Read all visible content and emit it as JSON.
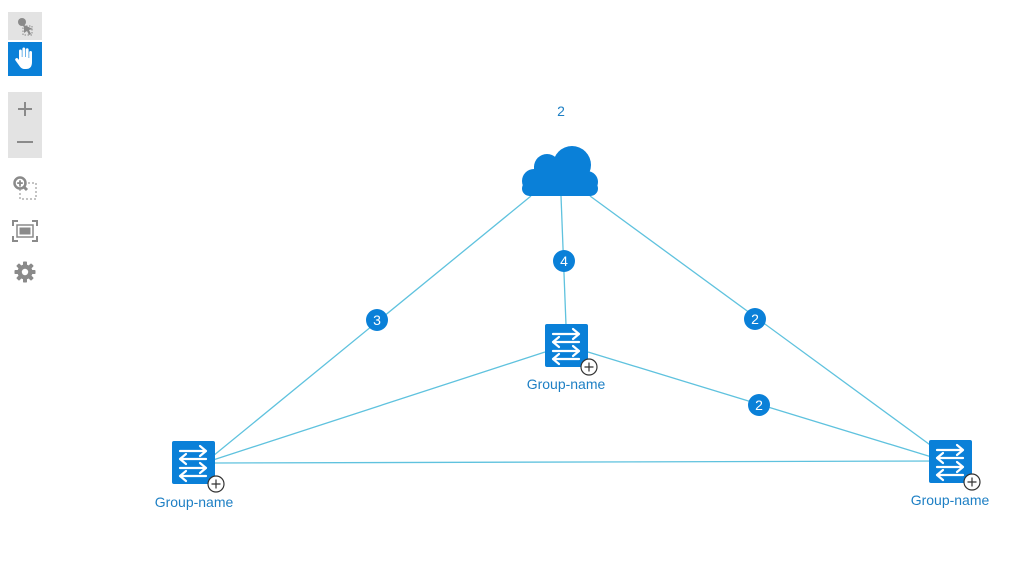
{
  "toolbar": {
    "tools": [
      {
        "name": "select-tool",
        "icon": "select-pointer-icon",
        "active": false
      },
      {
        "name": "pan-tool",
        "icon": "hand-icon",
        "active": true
      },
      {
        "name": "zoom-in",
        "icon": "plus-icon"
      },
      {
        "name": "zoom-out",
        "icon": "minus-icon"
      },
      {
        "name": "zoom-area",
        "icon": "zoom-area-icon"
      },
      {
        "name": "fit-view",
        "icon": "fit-screen-icon"
      },
      {
        "name": "settings",
        "icon": "gear-icon"
      }
    ]
  },
  "colors": {
    "accent": "#0a80d8",
    "edge": "#5fc2de",
    "label": "#1d7fc4",
    "toolbar_bg": "#e3e3e3",
    "icon_gray": "#8a8a8a"
  },
  "topology": {
    "cloud": {
      "label": "2",
      "icon": "cloud-icon"
    },
    "switches": [
      {
        "id": "sw-center",
        "label": "Group-name",
        "icon": "switch-icon",
        "expand_icon": "plus-circle-icon"
      },
      {
        "id": "sw-left",
        "label": "Group-name",
        "icon": "switch-icon",
        "expand_icon": "plus-circle-icon"
      },
      {
        "id": "sw-right",
        "label": "Group-name",
        "icon": "switch-icon",
        "expand_icon": "plus-circle-icon"
      }
    ],
    "link_counts": {
      "cloud_left": "3",
      "cloud_center": "4",
      "cloud_right": "2",
      "center_right": "2"
    }
  }
}
